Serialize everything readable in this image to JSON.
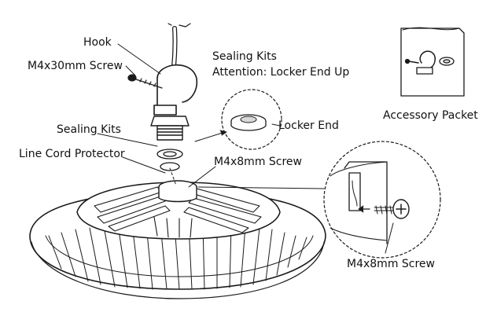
{
  "labels": {
    "hook": "Hook",
    "m4x30_screw": "M4x30mm Screw",
    "sealing_kits_top": "Sealing Kits",
    "attention": "Attention: Locker End Up",
    "sealing_kits_mid": "Sealing Kits",
    "locker_end": "Locker End",
    "accessory_packet": "Accessory Packet",
    "line_cord_protector": "Line Cord Protector",
    "m4x8_screw_top": "M4x8mm Screw",
    "m4x8_screw_bottom": "M4x8mm Screw"
  },
  "colors": {
    "stroke": "#1a1a1a",
    "fill": "#ffffff",
    "shade": "#d9d9d9"
  }
}
